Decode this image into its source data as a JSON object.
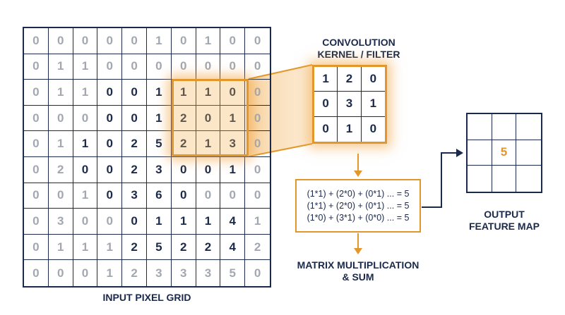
{
  "input_grid": {
    "label": "INPUT PIXEL GRID",
    "rows": [
      [
        [
          "0",
          0
        ],
        [
          "0",
          0
        ],
        [
          "0",
          0
        ],
        [
          "0",
          0
        ],
        [
          "0",
          0
        ],
        [
          "1",
          0
        ],
        [
          "0",
          0
        ],
        [
          "1",
          0
        ],
        [
          "0",
          0
        ],
        [
          "0",
          0
        ]
      ],
      [
        [
          "0",
          0
        ],
        [
          "1",
          0
        ],
        [
          "1",
          0
        ],
        [
          "0",
          0
        ],
        [
          "0",
          0
        ],
        [
          "0",
          0
        ],
        [
          "0",
          0
        ],
        [
          "0",
          0
        ],
        [
          "0",
          0
        ],
        [
          "0",
          0
        ]
      ],
      [
        [
          "0",
          0
        ],
        [
          "1",
          0
        ],
        [
          "1",
          0
        ],
        [
          "0",
          1
        ],
        [
          "0",
          1
        ],
        [
          "1",
          1
        ],
        [
          "1",
          1
        ],
        [
          "1",
          1
        ],
        [
          "0",
          1
        ],
        [
          "0",
          0
        ]
      ],
      [
        [
          "0",
          0
        ],
        [
          "0",
          0
        ],
        [
          "0",
          0
        ],
        [
          "0",
          1
        ],
        [
          "0",
          1
        ],
        [
          "1",
          1
        ],
        [
          "2",
          1
        ],
        [
          "0",
          1
        ],
        [
          "1",
          1
        ],
        [
          "0",
          0
        ]
      ],
      [
        [
          "0",
          0
        ],
        [
          "1",
          0
        ],
        [
          "1",
          1
        ],
        [
          "0",
          1
        ],
        [
          "2",
          1
        ],
        [
          "5",
          1
        ],
        [
          "2",
          1
        ],
        [
          "1",
          1
        ],
        [
          "3",
          1
        ],
        [
          "0",
          0
        ]
      ],
      [
        [
          "0",
          0
        ],
        [
          "2",
          0
        ],
        [
          "0",
          1
        ],
        [
          "0",
          1
        ],
        [
          "2",
          1
        ],
        [
          "3",
          1
        ],
        [
          "0",
          1
        ],
        [
          "0",
          1
        ],
        [
          "1",
          1
        ],
        [
          "0",
          0
        ]
      ],
      [
        [
          "0",
          0
        ],
        [
          "0",
          0
        ],
        [
          "1",
          0
        ],
        [
          "0",
          1
        ],
        [
          "3",
          1
        ],
        [
          "6",
          1
        ],
        [
          "0",
          1
        ],
        [
          "0",
          0
        ],
        [
          "0",
          0
        ],
        [
          "0",
          0
        ]
      ],
      [
        [
          "0",
          0
        ],
        [
          "3",
          0
        ],
        [
          "0",
          0
        ],
        [
          "0",
          0
        ],
        [
          "0",
          1
        ],
        [
          "1",
          1
        ],
        [
          "1",
          1
        ],
        [
          "1",
          1
        ],
        [
          "4",
          1
        ],
        [
          "1",
          0
        ]
      ],
      [
        [
          "0",
          0
        ],
        [
          "1",
          0
        ],
        [
          "1",
          0
        ],
        [
          "1",
          0
        ],
        [
          "2",
          1
        ],
        [
          "5",
          1
        ],
        [
          "2",
          1
        ],
        [
          "2",
          1
        ],
        [
          "4",
          1
        ],
        [
          "2",
          0
        ]
      ],
      [
        [
          "0",
          0
        ],
        [
          "0",
          0
        ],
        [
          "0",
          0
        ],
        [
          "1",
          0
        ],
        [
          "2",
          0
        ],
        [
          "3",
          0
        ],
        [
          "3",
          0
        ],
        [
          "3",
          0
        ],
        [
          "5",
          0
        ],
        [
          "0",
          0
        ]
      ]
    ]
  },
  "kernel": {
    "label": "CONVOLUTION\nKERNEL / FILTER",
    "label_line1": "CONVOLUTION",
    "label_line2": "KERNEL / FILTER",
    "rows": [
      [
        "1",
        "2",
        "0"
      ],
      [
        "0",
        "3",
        "1"
      ],
      [
        "0",
        "1",
        "0"
      ]
    ]
  },
  "formula": {
    "lines": [
      "(1*1) + (2*0) + (0*1) ... = 5",
      "(1*1) + (2*0) + (0*1) ... = 5",
      "(1*0) + (3*1) + (0*0) ... = 5"
    ],
    "label_line1": "MATRIX MULTIPLICATION",
    "label_line2": "& SUM"
  },
  "output": {
    "label_line1": "OUTPUT",
    "label_line2": "FEATURE MAP",
    "rows": [
      [
        "",
        "",
        ""
      ],
      [
        "",
        "5",
        ""
      ],
      [
        "",
        "",
        ""
      ]
    ]
  },
  "colors": {
    "navy": "#1b2a4a",
    "accent": "#e3972a",
    "light_digit": "#a2a7b0"
  }
}
